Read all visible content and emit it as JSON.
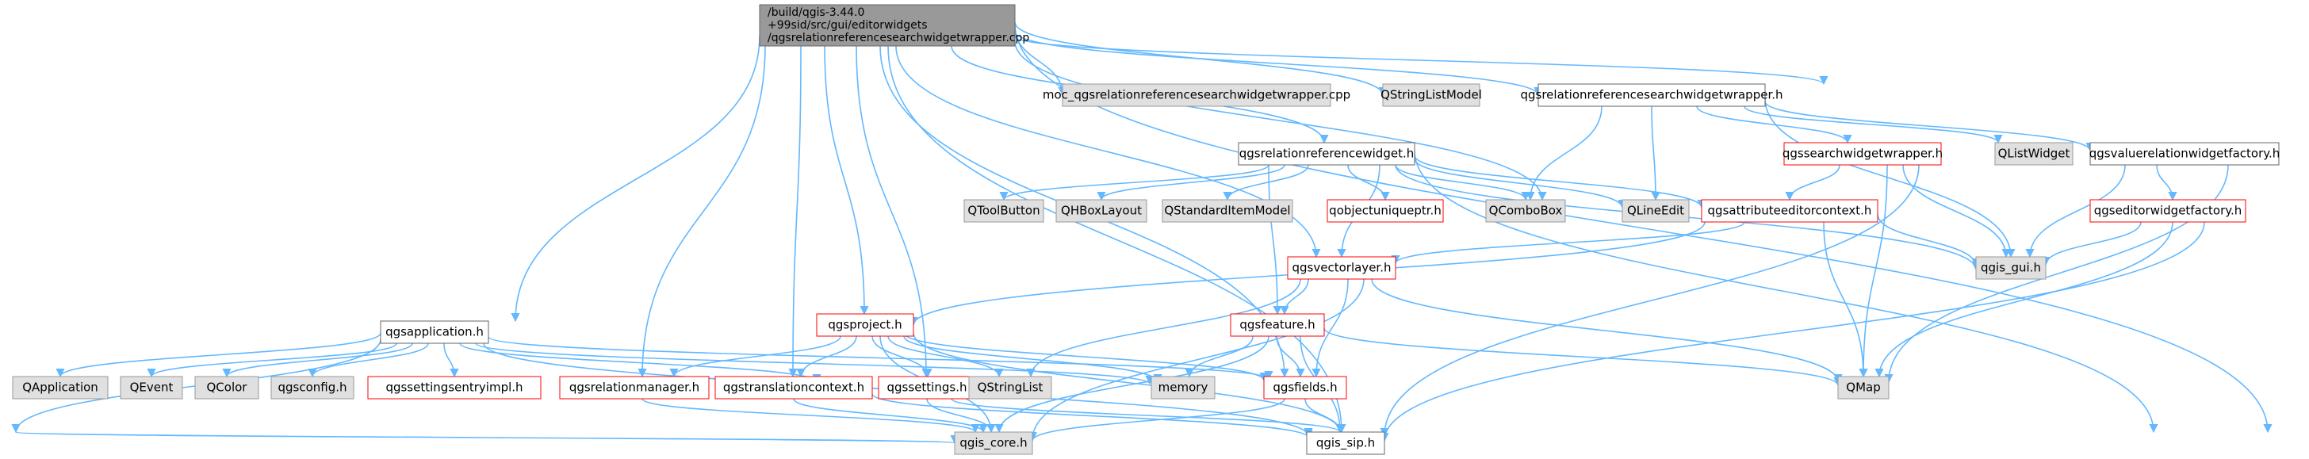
{
  "colors": {
    "edge": "#63b8ff",
    "root_fill": "#999999",
    "root_border": "#666666",
    "node_fill": "#ffffff",
    "node_border": "#666666",
    "ext_fill": "#e0e0e0",
    "ext_border": "#999999",
    "red": "#ff0000"
  },
  "root": {
    "line1": "/build/qgis-3.44.0",
    "line2": "+99sid/src/gui/editorwidgets",
    "line3": "/qgsrelationreferencesearchwidgetwrapper.cpp"
  },
  "nodes": {
    "moc": "moc_qgsrelationreferencesearchwidgetwrapper.cpp",
    "qstringlistmodel": "QStringListModel",
    "wrapper_h": "qgsrelationreferencesearchwidgetwrapper.h",
    "qlistwidget": "QListWidget",
    "searchwidgetwrapper": "qgssearchwidgetwrapper.h",
    "valuerelationfactory": "qgsvaluerelationwidgetfactory.h",
    "referencewidget": "qgsrelationreferencewidget.h",
    "qtoolbutton": "QToolButton",
    "qhboxlayout": "QHBoxLayout",
    "qstandarditemmodel": "QStandardItemModel",
    "qobjectuniqueptr": "qobjectuniqueptr.h",
    "qcombobox": "QComboBox",
    "qlineedit": "QLineEdit",
    "attributeeditorcontext": "qgsattributeeditorcontext.h",
    "editorwidgetfactory": "qgseditorwidgetfactory.h",
    "qgis_gui": "qgis_gui.h",
    "vectorlayer": "qgsvectorlayer.h",
    "project": "qgsproject.h",
    "feature": "qgsfeature.h",
    "application": "qgsapplication.h",
    "qapplication": "QApplication",
    "qevent": "QEvent",
    "qcolor": "QColor",
    "qgsconfig": "qgsconfig.h",
    "settingsentryimpl": "qgssettingsentryimpl.h",
    "relationmanager": "qgsrelationmanager.h",
    "translationcontext": "qgstranslationcontext.h",
    "settings": "qgssettings.h",
    "qstringlist": "QStringList",
    "memory": "memory",
    "fields": "qgsfields.h",
    "qmap": "QMap",
    "qgis_core": "qgis_core.h",
    "qgis_sip": "qgis_sip.h"
  }
}
